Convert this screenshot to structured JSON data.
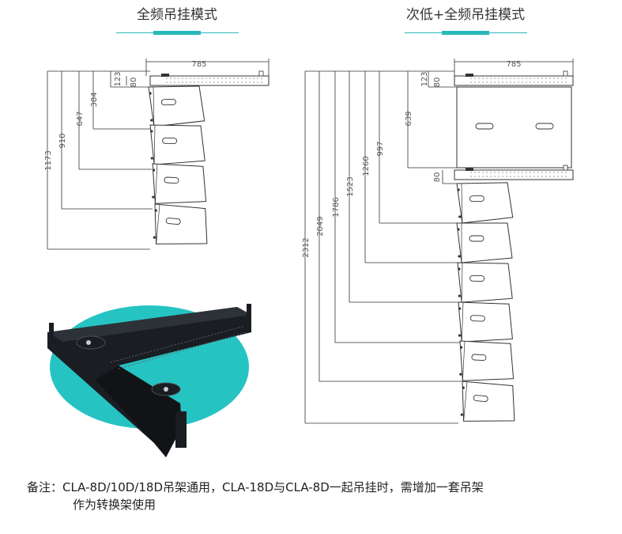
{
  "headings": {
    "left": "全频吊挂模式",
    "right": "次低+全频吊挂模式"
  },
  "left_dims": {
    "width": "785",
    "top": "123",
    "bracket": "80",
    "d1": "384",
    "d2": "647",
    "d3": "910",
    "d4": "1173"
  },
  "right_dims": {
    "width": "785",
    "top": "123",
    "bracket": "80",
    "sub": "639",
    "bracket2": "80",
    "d1": "997",
    "d2": "1260",
    "d3": "1523",
    "d4": "1786",
    "d5": "2049",
    "d6": "2312"
  },
  "note": {
    "line1": "备注：CLA-8D/10D/18D吊架通用，CLA-18D与CLA-8D一起吊挂时，需增加一套吊架",
    "line2": "作为转换架使用"
  },
  "colors": {
    "accent": "#28b9bb",
    "ellipse": "#26c3c3",
    "frame": "#1a1d22",
    "line": "#333333"
  }
}
